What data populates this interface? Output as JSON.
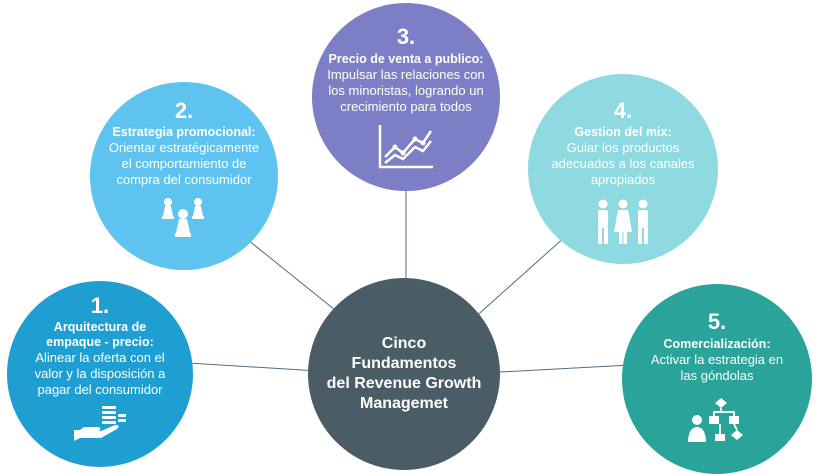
{
  "center": {
    "title_line1": "Cinco",
    "title_line2": "Fundamentos",
    "title_line3": "del Revenue Growth",
    "title_line4": "Managemet",
    "color": "#4a5c66"
  },
  "nodes": [
    {
      "number": "1.",
      "title_line1": "Arquitectura de",
      "title_line2": "empaque - precio:",
      "desc_line1": "Alinear la oferta con el",
      "desc_line2": "valor y la disposición a",
      "desc_line3": "pagar del consumidor",
      "icon": "hand-coins-icon",
      "color": "#1f9ed1"
    },
    {
      "number": "2.",
      "title_line1": "Estrategia promocional:",
      "desc_line1": "Orientar estratégicamente",
      "desc_line2": "el comportamiento de",
      "desc_line3": "compra del consumidor",
      "icon": "chess-pieces-icon",
      "color": "#5ec4ef"
    },
    {
      "number": "3.",
      "title_line1": "Precio de venta a publico:",
      "desc_line1": "Impulsar las relaciones con",
      "desc_line2": "los minoristas, logrando un",
      "desc_line3": "crecimiento para todos",
      "icon": "growth-chart-icon",
      "color": "#7c7fc6"
    },
    {
      "number": "4.",
      "title_line1": "Gestion del mix:",
      "desc_line1": "Guiar los productos",
      "desc_line2": "adecuados a los canales",
      "desc_line3": "apropiados",
      "icon": "people-group-icon",
      "color": "#8fdae0"
    },
    {
      "number": "5.",
      "title_line1": "Comercialización:",
      "desc_line1": "Activar la estrategia en",
      "desc_line2": "las góndolas",
      "icon": "flowchart-person-icon",
      "color": "#2aa39b"
    }
  ],
  "connector_color": "#4f6e86"
}
